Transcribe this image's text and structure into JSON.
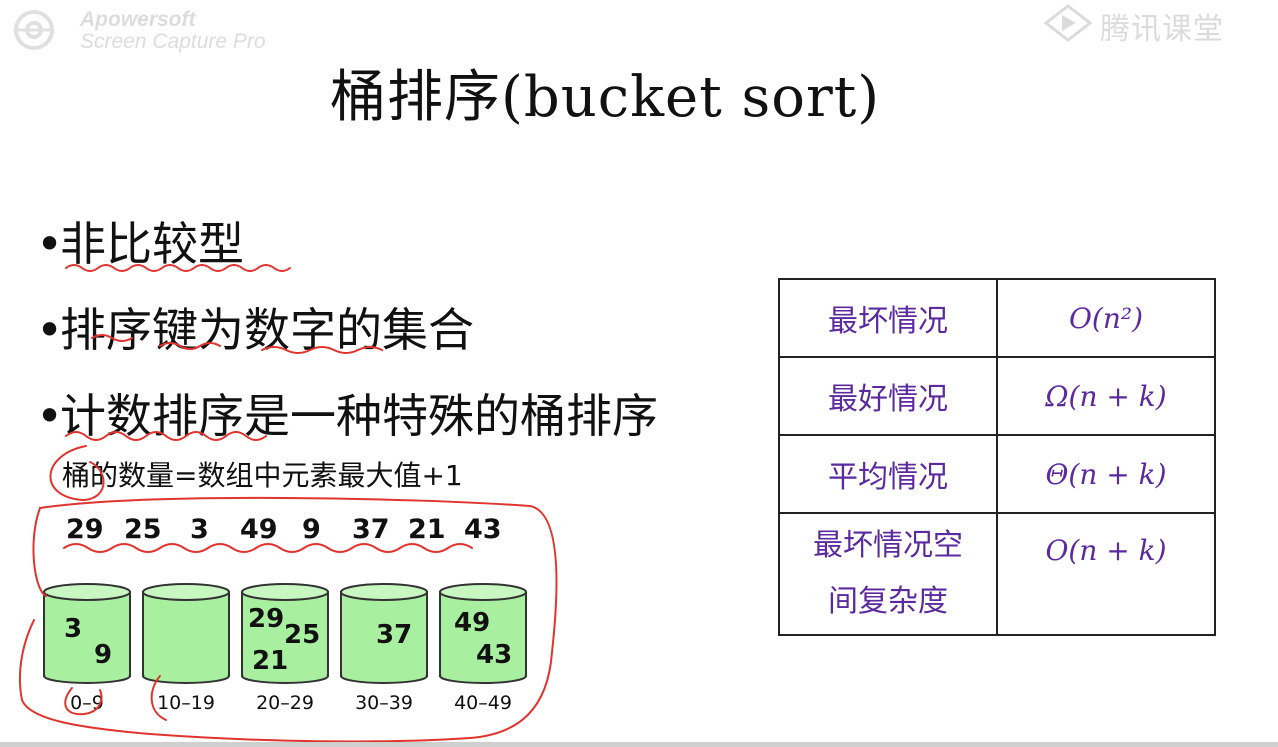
{
  "watermark_left": {
    "line1": "Apowersoft",
    "line2": "Screen Capture Pro",
    "icon": "camera-aperture-icon"
  },
  "watermark_right": {
    "text": "腾讯课堂",
    "icon": "play-logo-icon"
  },
  "title": "桶排序(bucket sort)",
  "bullets": [
    {
      "dot": "•",
      "text": "非比较型"
    },
    {
      "dot": "•",
      "text": "排序键为数字的集合"
    },
    {
      "dot": "•",
      "text": "计数排序是一种特殊的桶排序"
    }
  ],
  "bucket_note": "桶的数量=数组中元素最大值+1",
  "input_numbers": [
    "29",
    "25",
    "3",
    "49",
    "9",
    "37",
    "21",
    "43"
  ],
  "buckets": [
    {
      "range": "0–9",
      "items": [
        "3",
        "9"
      ]
    },
    {
      "range": "10–19",
      "items": []
    },
    {
      "range": "20–29",
      "items": [
        "29",
        "25",
        "21"
      ]
    },
    {
      "range": "30–39",
      "items": [
        "37"
      ]
    },
    {
      "range": "40–49",
      "items": [
        "49",
        "43"
      ]
    }
  ],
  "complexity_table": [
    {
      "label": "最坏情况",
      "value": "O(n²)"
    },
    {
      "label": "最好情况",
      "value": "Ω(n + k)"
    },
    {
      "label": "平均情况",
      "value": "Θ(n + k)"
    },
    {
      "label": "最坏情况空间复杂度",
      "label_lines": [
        "最坏情况空",
        "间复杂度"
      ],
      "value": "O(n + k)"
    }
  ],
  "colors": {
    "bucket_fill": "#a8f0a0",
    "bucket_stroke": "#333333",
    "table_text": "#5a2a9e",
    "annotation": "#e0342f"
  }
}
